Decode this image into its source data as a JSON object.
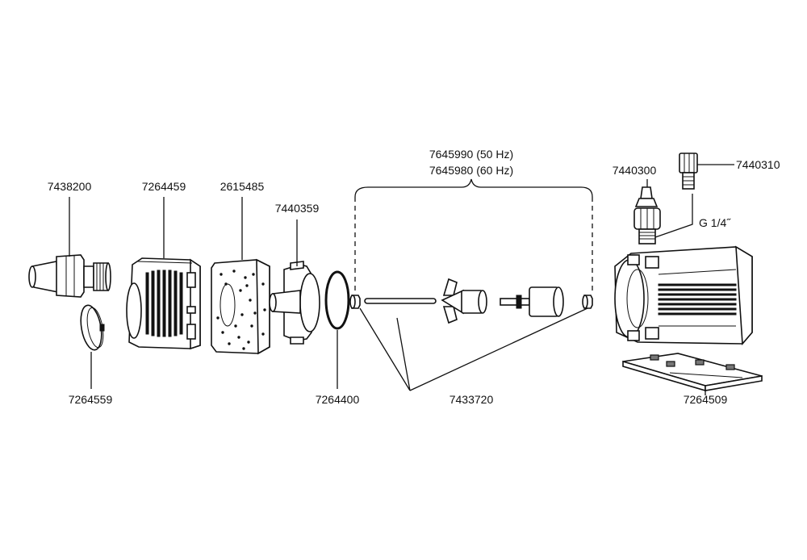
{
  "labels": {
    "outlet_nozzle": "7438200",
    "cap": "7264559",
    "filter_cover": "7264459",
    "sponge": "2615485",
    "volute": "7440359",
    "o_ring": "7264400",
    "impeller_set_50": "7645990 (50 Hz)",
    "impeller_set_60": "7645980 (60 Hz)",
    "shaft_bearings": "7433720",
    "hose_nozzle": "7440300",
    "connector": "7440310",
    "thread": "G 1/4˝",
    "motor_base": "7264509"
  }
}
